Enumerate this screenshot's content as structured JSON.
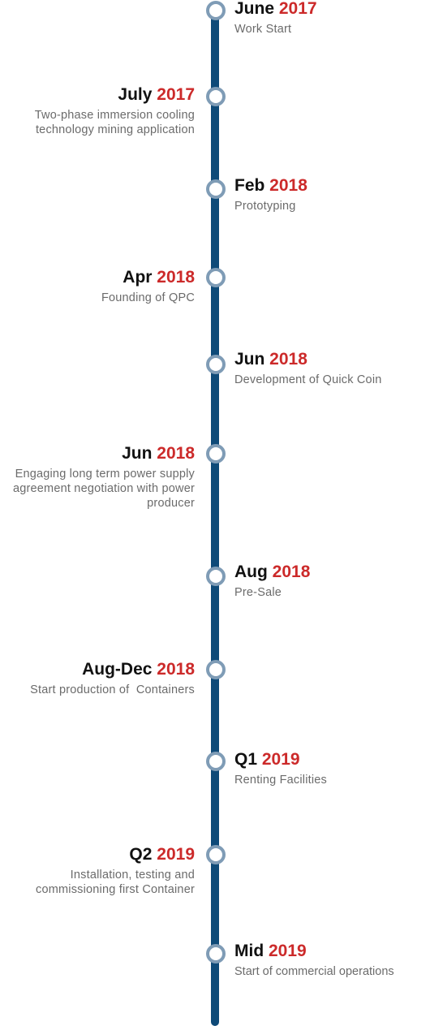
{
  "milestones": [
    {
      "label": "June ",
      "year": "2017",
      "desc": "Work Start",
      "side": "right"
    },
    {
      "label": "July ",
      "year": "2017",
      "desc": "Two-phase immersion cooling technology mining application",
      "side": "left"
    },
    {
      "label": "Feb ",
      "year": "2018",
      "desc": "Prototyping",
      "side": "right"
    },
    {
      "label": "Apr ",
      "year": "2018",
      "desc": "Founding of QPC",
      "side": "left"
    },
    {
      "label": "Jun ",
      "year": "2018",
      "desc": "Development of Quick Coin",
      "side": "right"
    },
    {
      "label": "Jun ",
      "year": "2018",
      "desc": "Engaging long term power supply agreement negotiation with power producer",
      "side": "left"
    },
    {
      "label": "Aug ",
      "year": "2018",
      "desc": "Pre-Sale",
      "side": "right"
    },
    {
      "label": "Aug-Dec ",
      "year": "2018",
      "desc": "Start production of  Containers",
      "side": "left"
    },
    {
      "label": "Q1 ",
      "year": "2019",
      "desc": "Renting Facilities",
      "side": "right"
    },
    {
      "label": "Q2 ",
      "year": "2019",
      "desc": "Installation, testing and commissioning first Container",
      "side": "left"
    },
    {
      "label": "Mid ",
      "year": "2019",
      "desc": "Start of commercial operations",
      "side": "right"
    }
  ]
}
